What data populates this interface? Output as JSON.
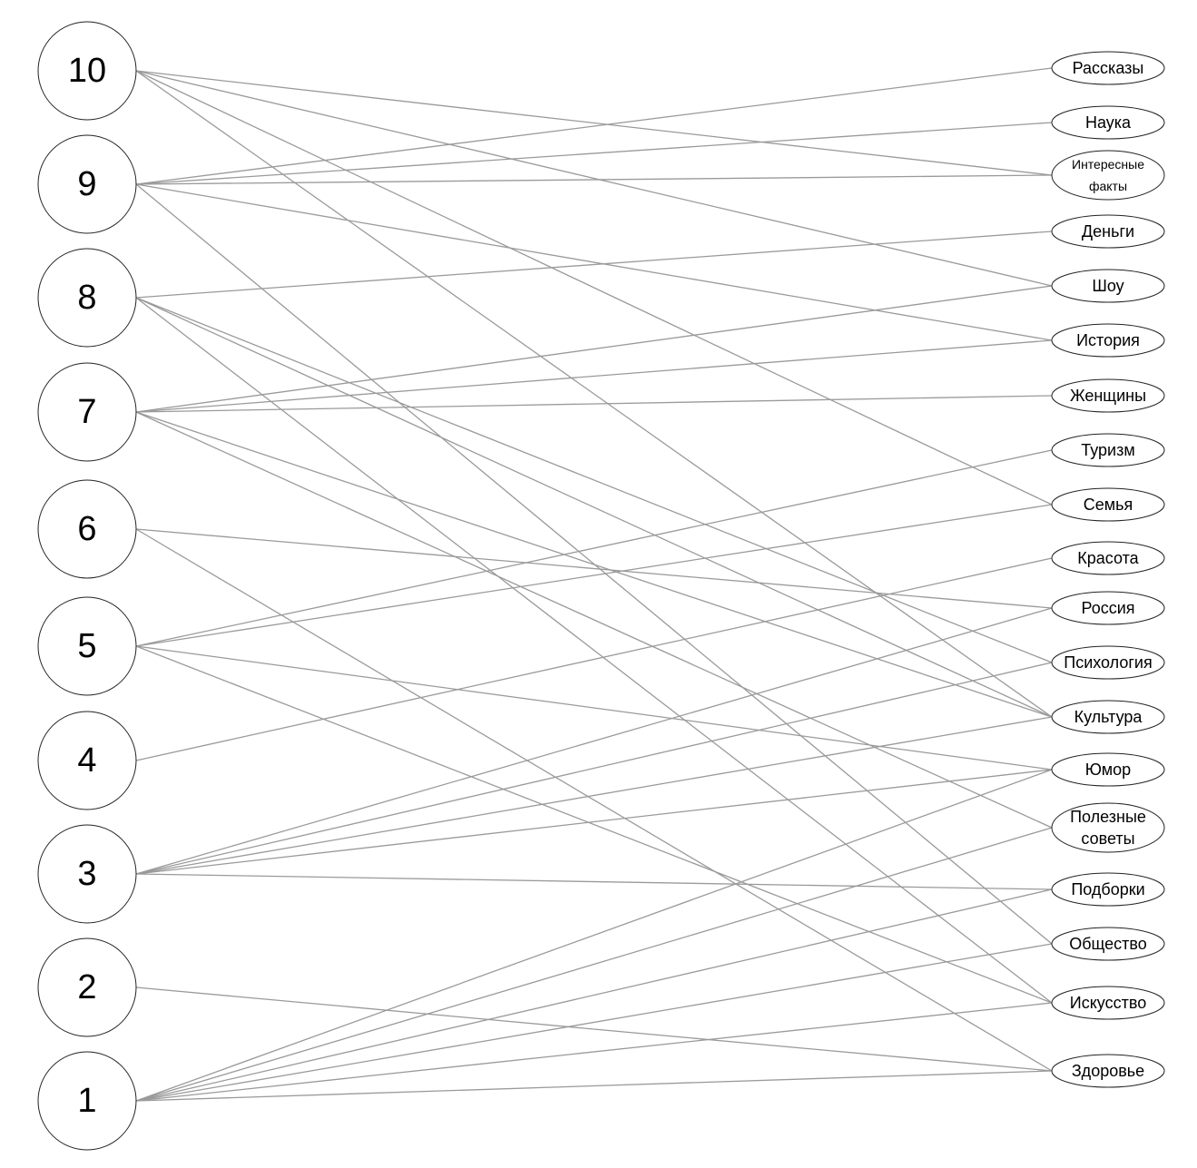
{
  "left_nodes": [
    {
      "id": "n10",
      "label": "10"
    },
    {
      "id": "n9",
      "label": "9"
    },
    {
      "id": "n8",
      "label": "8"
    },
    {
      "id": "n7",
      "label": "7"
    },
    {
      "id": "n6",
      "label": "6"
    },
    {
      "id": "n5",
      "label": "5"
    },
    {
      "id": "n4",
      "label": "4"
    },
    {
      "id": "n3",
      "label": "3"
    },
    {
      "id": "n2",
      "label": "2"
    },
    {
      "id": "n1",
      "label": "1"
    }
  ],
  "right_nodes": [
    {
      "id": "t_rasskazy",
      "lines": [
        "Рассказы"
      ]
    },
    {
      "id": "t_nauka",
      "lines": [
        "Наука"
      ]
    },
    {
      "id": "t_fakty",
      "lines": [
        "Интересные",
        "факты"
      ]
    },
    {
      "id": "t_dengi",
      "lines": [
        "Деньги"
      ]
    },
    {
      "id": "t_shou",
      "lines": [
        "Шоу"
      ]
    },
    {
      "id": "t_istoriya",
      "lines": [
        "История"
      ]
    },
    {
      "id": "t_zhenshchiny",
      "lines": [
        "Женщины"
      ]
    },
    {
      "id": "t_turizm",
      "lines": [
        "Туризм"
      ]
    },
    {
      "id": "t_semya",
      "lines": [
        "Семья"
      ]
    },
    {
      "id": "t_krasota",
      "lines": [
        "Красота"
      ]
    },
    {
      "id": "t_rossiya",
      "lines": [
        "Россия"
      ]
    },
    {
      "id": "t_psikhologiya",
      "lines": [
        "Психология"
      ]
    },
    {
      "id": "t_kultura",
      "lines": [
        "Культура"
      ]
    },
    {
      "id": "t_yumor",
      "lines": [
        "Юмор"
      ]
    },
    {
      "id": "t_sovety",
      "lines": [
        "Полезные",
        "советы"
      ]
    },
    {
      "id": "t_podborki",
      "lines": [
        "Подборки"
      ]
    },
    {
      "id": "t_obshchestvo",
      "lines": [
        "Общество"
      ]
    },
    {
      "id": "t_iskusstvo",
      "lines": [
        "Искусство"
      ]
    },
    {
      "id": "t_zdorovye",
      "lines": [
        "Здоровье"
      ]
    }
  ],
  "edges": [
    [
      "n10",
      "t_fakty"
    ],
    [
      "n10",
      "t_shou"
    ],
    [
      "n10",
      "t_semya"
    ],
    [
      "n10",
      "t_kultura"
    ],
    [
      "n9",
      "t_rasskazy"
    ],
    [
      "n9",
      "t_nauka"
    ],
    [
      "n9",
      "t_fakty"
    ],
    [
      "n9",
      "t_istoriya"
    ],
    [
      "n9",
      "t_obshchestvo"
    ],
    [
      "n8",
      "t_dengi"
    ],
    [
      "n8",
      "t_psikhologiya"
    ],
    [
      "n8",
      "t_kultura"
    ],
    [
      "n8",
      "t_iskusstvo"
    ],
    [
      "n7",
      "t_shou"
    ],
    [
      "n7",
      "t_istoriya"
    ],
    [
      "n7",
      "t_zhenshchiny"
    ],
    [
      "n7",
      "t_kultura"
    ],
    [
      "n7",
      "t_sovety"
    ],
    [
      "n6",
      "t_rossiya"
    ],
    [
      "n6",
      "t_zdorovye"
    ],
    [
      "n5",
      "t_turizm"
    ],
    [
      "n5",
      "t_semya"
    ],
    [
      "n5",
      "t_yumor"
    ],
    [
      "n5",
      "t_iskusstvo"
    ],
    [
      "n4",
      "t_krasota"
    ],
    [
      "n3",
      "t_rossiya"
    ],
    [
      "n3",
      "t_psikhologiya"
    ],
    [
      "n3",
      "t_kultura"
    ],
    [
      "n3",
      "t_yumor"
    ],
    [
      "n3",
      "t_podborki"
    ],
    [
      "n2",
      "t_zdorovye"
    ],
    [
      "n1",
      "t_yumor"
    ],
    [
      "n1",
      "t_sovety"
    ],
    [
      "n1",
      "t_podborki"
    ],
    [
      "n1",
      "t_obshchestvo"
    ],
    [
      "n1",
      "t_iskusstvo"
    ],
    [
      "n1",
      "t_zdorovye"
    ]
  ]
}
